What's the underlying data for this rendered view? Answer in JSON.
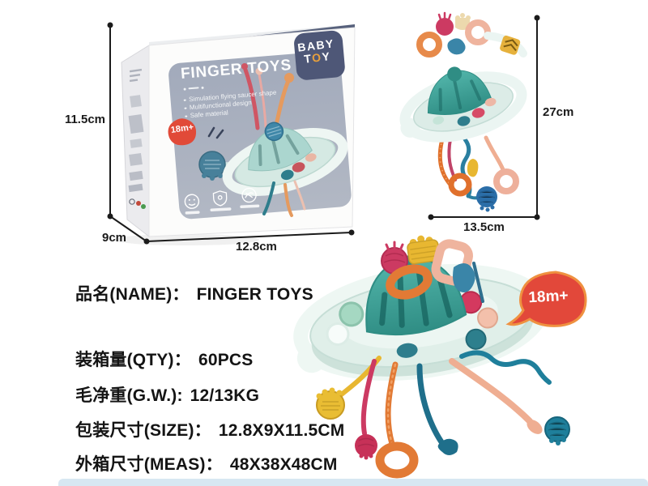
{
  "box": {
    "brand": {
      "line1": "BABY",
      "t": "T",
      "o": "O",
      "y": "Y"
    },
    "title": "FINGER TOYS",
    "features": [
      "Simulation flying saucer shape",
      "Multifunctional design",
      "Safe material"
    ],
    "age_badge": "18m+"
  },
  "dimensions": {
    "box_height": "11.5cm",
    "box_depth": "9cm",
    "box_width": "12.8cm",
    "toy_height": "27cm",
    "toy_width": "13.5cm"
  },
  "age_bubble": {
    "label": "18m+"
  },
  "specs": {
    "rows": [
      {
        "label": "品名(NAME)：",
        "value": "FINGER TOYS"
      },
      {
        "label": "装箱量(QTY)：",
        "value": "60PCS"
      },
      {
        "label": "毛净重(G.W.):",
        "value": "12/13KG"
      },
      {
        "label": "包装尺寸(SIZE)：",
        "value": "12.8X9X11.5CM"
      },
      {
        "label": "外箱尺寸(MEAS)：",
        "value": "48X38X48CM"
      }
    ]
  },
  "colors": {
    "accent_red": "#e2483a",
    "bubble_border": "#ef9140",
    "panel_blue_gray": "#a6aebd",
    "brand_navy": "#4e5777",
    "toy_teal": "#3fa89e",
    "string_orange": "#e27a35",
    "string_magenta": "#cc3a62",
    "string_blue": "#1f6f8b",
    "string_salmon": "#efae92",
    "string_yellow": "#e8b731",
    "bottom_bar": "#d7e7f2"
  }
}
